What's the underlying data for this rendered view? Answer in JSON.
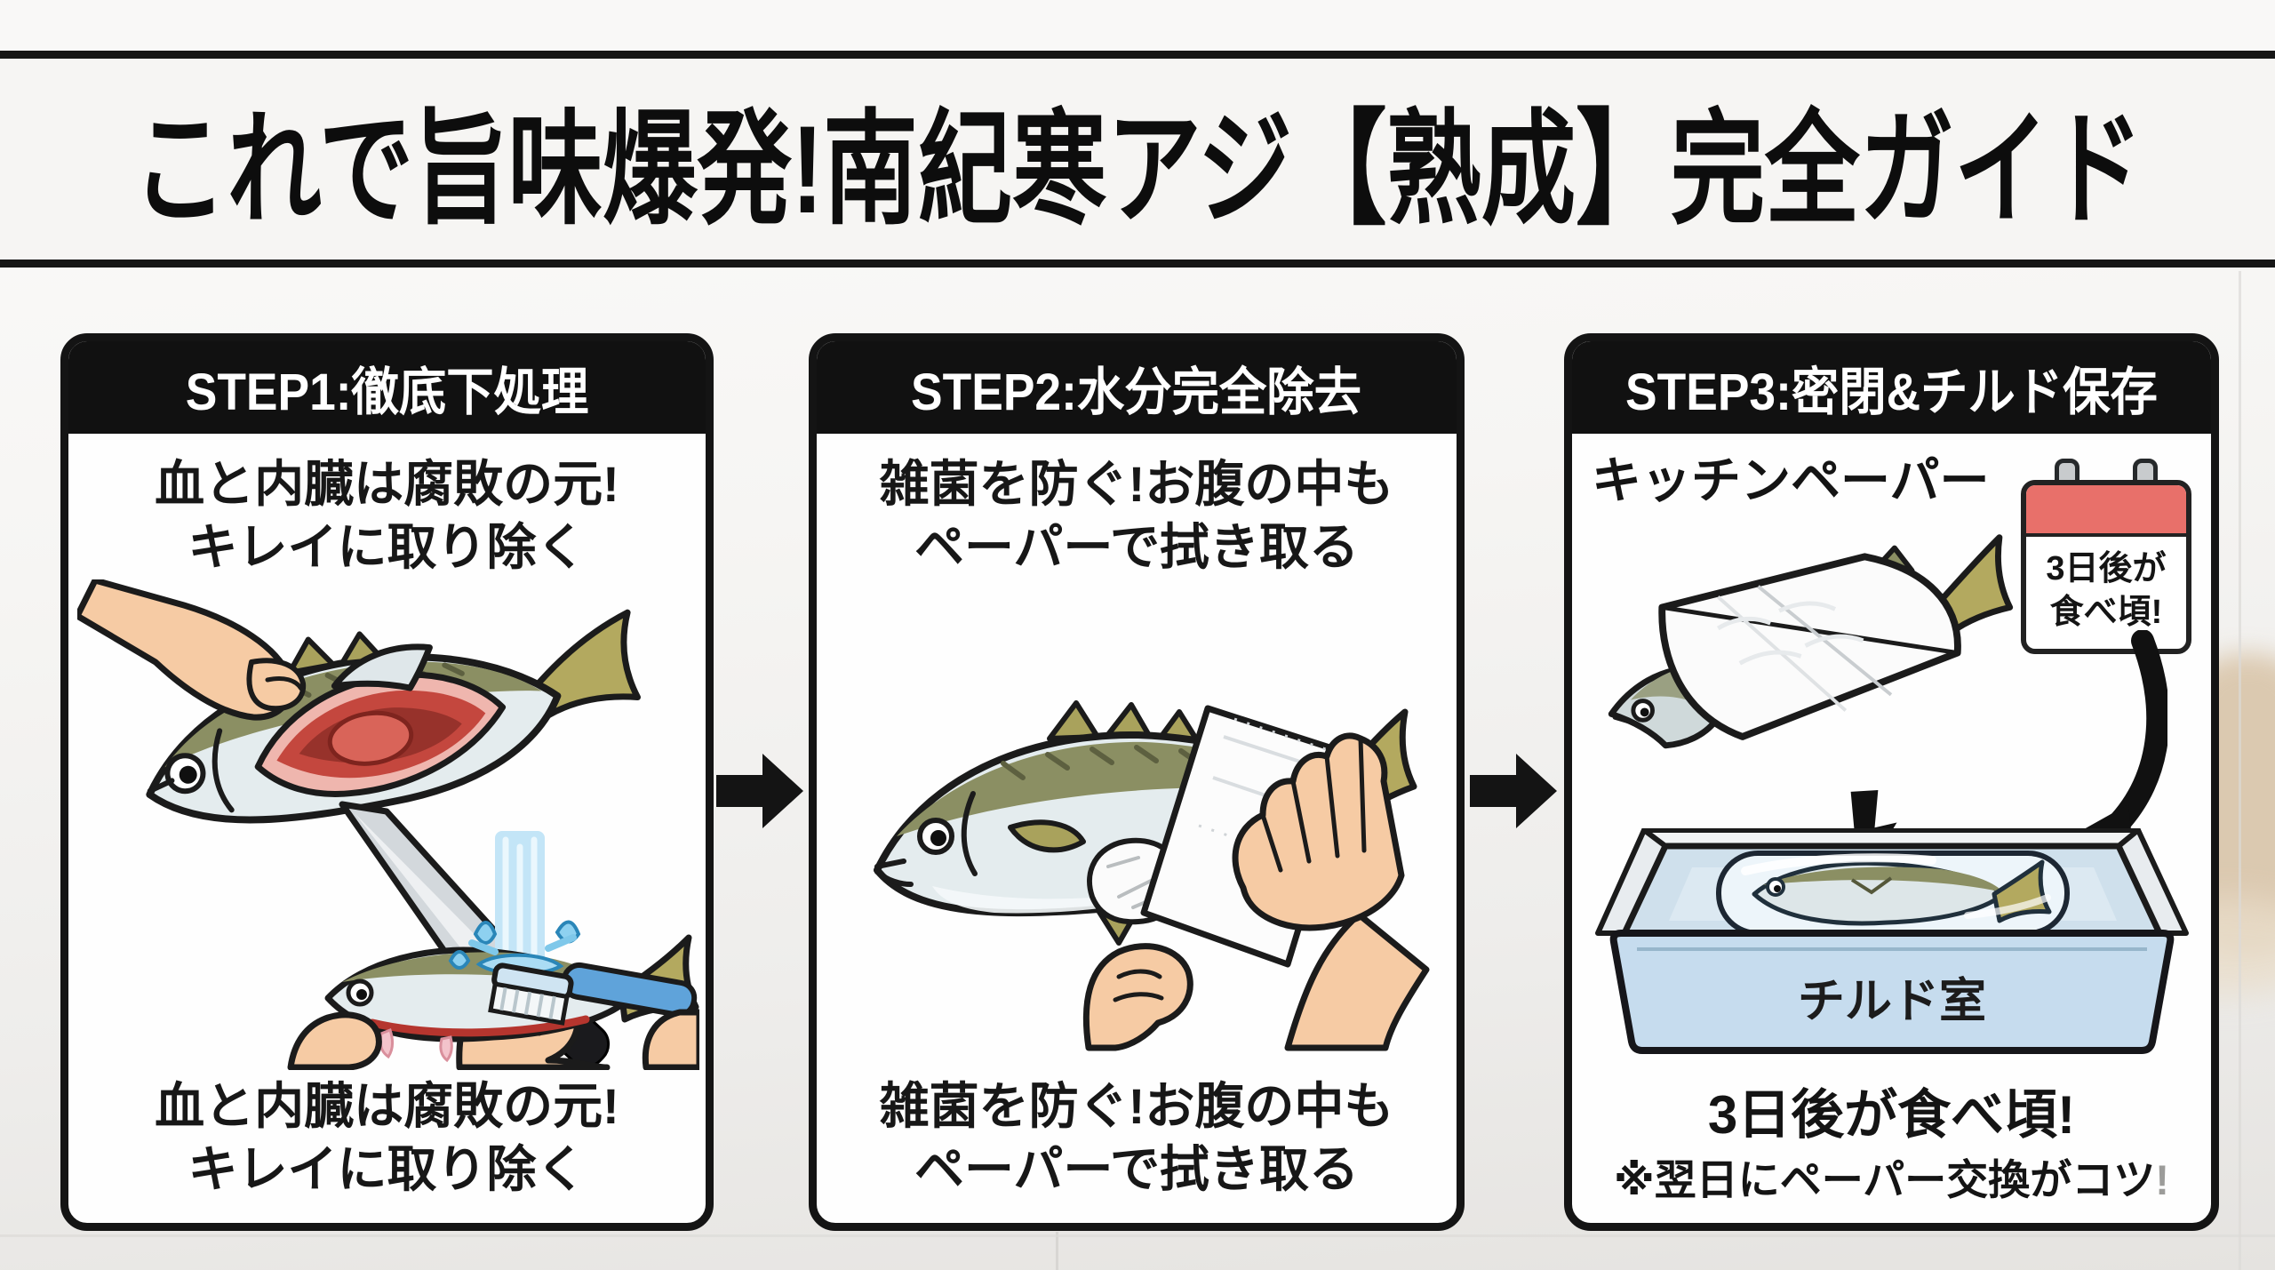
{
  "title": {
    "text": "これで旨味爆発!南紀寒アジ【熟成】完全ガイド"
  },
  "steps": [
    {
      "header": "STEP1:徹底下処理",
      "caption": {
        "line1": "血と内臓は腐敗の元!",
        "line2": "キレイに取り除く"
      },
      "caption_bottom": {
        "line1": "血と内臓は腐敗の元!",
        "line2": "キレイに取り除く"
      }
    },
    {
      "header": "STEP2:水分完全除去",
      "caption": {
        "line1": "雑菌を防ぐ!お腹の中も",
        "line2": "ペーパーで拭き取る"
      },
      "caption_bottom": {
        "line1": "雑菌を防ぐ!お腹の中も",
        "line2": "ペーパーで拭き取る"
      }
    },
    {
      "header": "STEP3:密閉&チルド保存",
      "paper_label": "キッチンペーパー",
      "calendar": {
        "line1": "3日後が",
        "line2": "食べ頃!"
      },
      "drawer_label": "チルド室",
      "result": "3日後が食べ頃!",
      "note": "※翌日にペーパー交換がコツ",
      "note_mark": "!"
    }
  ],
  "icons": {
    "step_arrow": "right-arrow",
    "down_arrow": "down-arrow",
    "curved_arrow": "curved-arrow",
    "calendar": "calendar"
  },
  "colors": {
    "card_border": "#141414",
    "header_black": "#111111",
    "calendar_red": "#e8706a",
    "drawer_blue": "#c6dcee",
    "fish_back_olive": "#8b8f63",
    "fin_khaki": "#b3a95f",
    "blood_red": "#c4473e",
    "water_blue": "#c3e5f7",
    "skin": "#f6cba4"
  }
}
